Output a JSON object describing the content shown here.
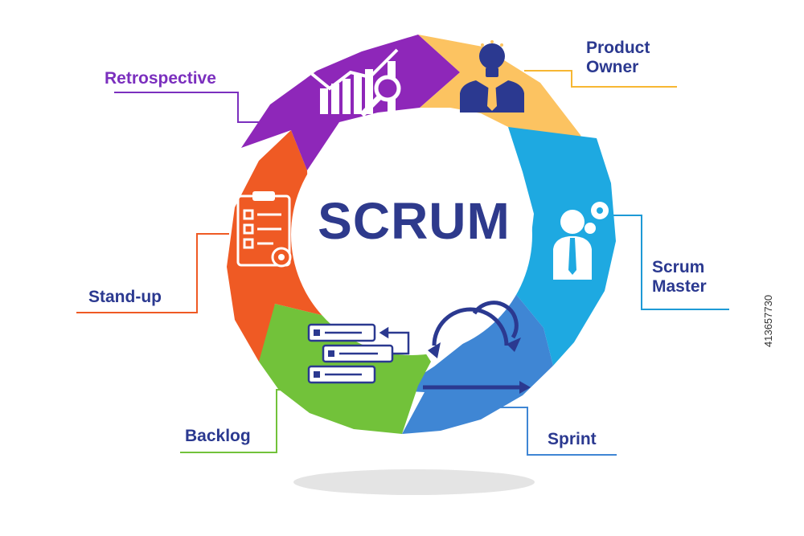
{
  "title": "SCRUM",
  "labels": {
    "retrospective": "Retrospective",
    "product_owner_1": "Product",
    "product_owner_2": "Owner",
    "scrum_master_1": "Scrum",
    "scrum_master_2": "Master",
    "standup": "Stand-up",
    "backlog": "Backlog",
    "sprint": "Sprint"
  },
  "stock_id": "413657730",
  "colors": {
    "product_owner": "#fcc361",
    "scrum_master": "#1ea9e1",
    "sprint": "#3f86d4",
    "backlog": "#72c23a",
    "standup": "#ef5a24",
    "retrospective": "#8e27b9",
    "icon": "#2b3990",
    "title": "#2e3a8c"
  }
}
